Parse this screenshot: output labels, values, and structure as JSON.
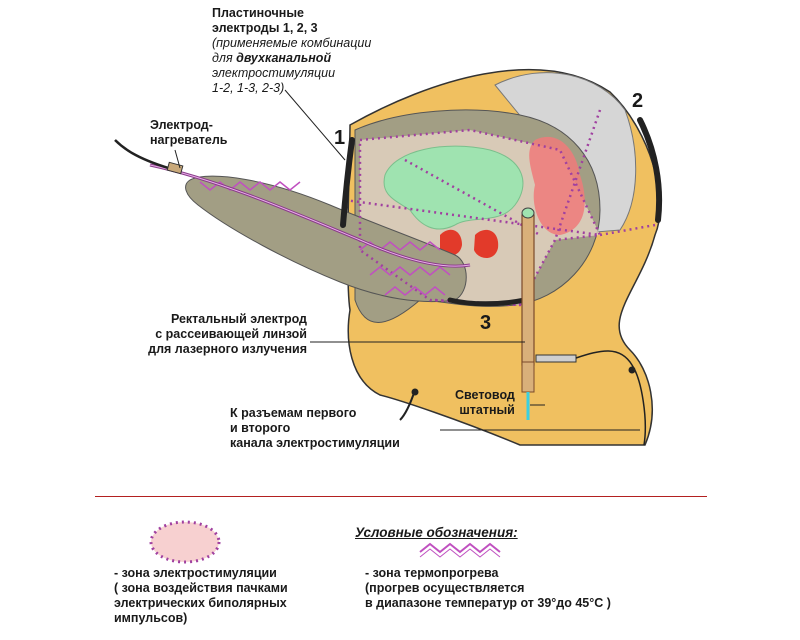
{
  "labels": {
    "plate_electrodes": {
      "line1": "Пластиночные",
      "line2": "электроды 1, 2, 3",
      "line3": "(применяемые комбинации",
      "line4_prefix": "для ",
      "line4_bold": "двухканальной",
      "line5": "электростимуляции",
      "line6": "1-2,    1-3,    2-3)"
    },
    "heater_electrode": {
      "line1": "Электрод-",
      "line2": "нагреватель"
    },
    "rectal_electrode": {
      "line1": "Ректальный электрод",
      "line2": "с рассеивающей линзой",
      "line3": "для лазерного излучения"
    },
    "light_guide": {
      "line1": "Световод",
      "line2": "штатный"
    },
    "connectors": {
      "line1": "К разъемам первого",
      "line2": "и второго",
      "line3": "канала электростимуляции"
    }
  },
  "electrode_numbers": {
    "one": "1",
    "two": "2",
    "three": "3"
  },
  "legend": {
    "title": "Условные обозначения:",
    "stim_zone": {
      "line1": "- зона электростимуляции",
      "line2": "( зона воздействия пачками",
      "line3": "электрических биполярных",
      "line4": "импульсов)"
    },
    "heat_zone": {
      "line1": "- зона термопрогрева",
      "line2": "(прогрев осуществляется",
      "line3": "в диапазоне температур от 39°до 45°С )"
    }
  },
  "icons": [
    "stim-zone-swatch",
    "heat-zone-zigzag-swatch"
  ],
  "colors": {
    "body_skin": "#f0c060",
    "pelvic_tissue": "#a29e84",
    "organ_zone": "#ead8c8",
    "bladder": "#9fe3b0",
    "rectum": "#f07a7a",
    "stim_dots": "#a040a0",
    "heat_zigzag": "#c050c0",
    "electrode_plate": "#222222",
    "divider": "#b32020"
  }
}
